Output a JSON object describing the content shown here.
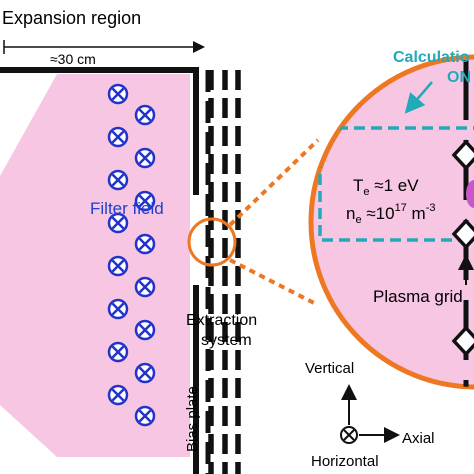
{
  "header": {
    "title": "Expansion region",
    "width_label": "≈30 cm"
  },
  "labels": {
    "filter_field": "Filter field",
    "extraction_line1": "Extraction",
    "extraction_line2": "system",
    "bias_plate": "Bias plate",
    "plasma_grid": "Plasma grid",
    "calculation_line1": "Calculatio",
    "calculation_line2": "ON",
    "te_symbol": "T",
    "te_sub": "e",
    "te_value": " ≈1 eV",
    "ne_symbol": "n",
    "ne_sub": "e",
    "ne_value": " ≈10",
    "ne_exp": "17",
    "ne_unit": " m",
    "ne_unit_exp": "-3"
  },
  "axes": {
    "vertical": "Vertical",
    "axial": "Axial",
    "horizontal": "Horizontal"
  },
  "colors": {
    "plasma_pink": "#f7c6e3",
    "filter_blue": "#2233cc",
    "filter_text": "#1f3fcc",
    "zoom_orange": "#ee7722",
    "calc_cyan": "#22aab8",
    "stroke_black": "#111111"
  },
  "icons": {
    "filter_symbol": "circled-x-icon",
    "grid_symbol": "diamond-icon"
  }
}
